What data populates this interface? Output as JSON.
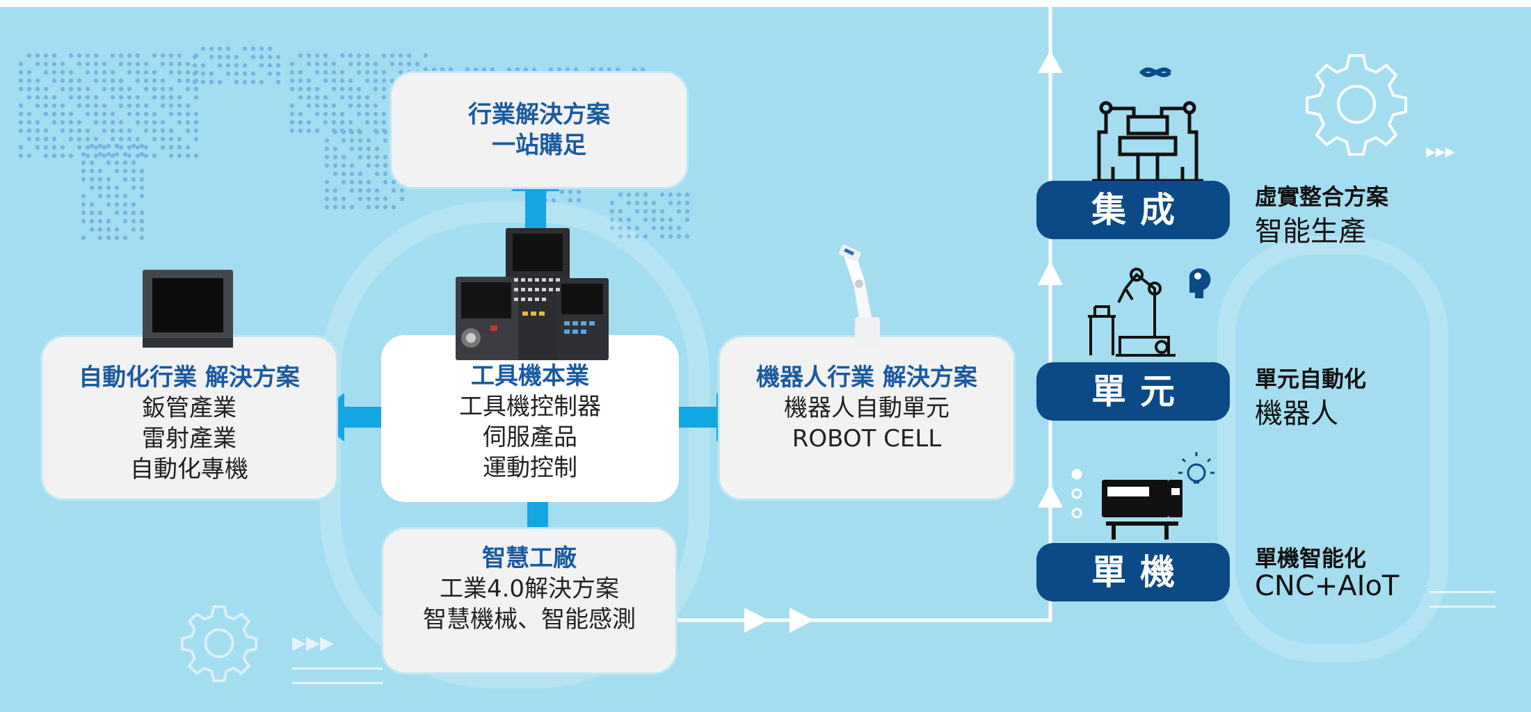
{
  "center": {
    "title": "工具機本業",
    "lines": [
      "工具機控制器",
      "伺服產品",
      "運動控制"
    ]
  },
  "top": {
    "lines": [
      "行業解決方案",
      "一站購足"
    ]
  },
  "left": {
    "title": "自動化行業 解決方案",
    "lines": [
      "鈑管產業",
      "雷射產業",
      "自動化專機"
    ]
  },
  "right": {
    "title": "機器人行業 解決方案",
    "lines": [
      "機器人自動單元",
      "ROBOT CELL"
    ]
  },
  "bottom": {
    "title": "智慧工廠",
    "lines": [
      "工業4.0解決方案",
      "智慧機械、智能感測"
    ]
  },
  "stages": [
    {
      "label": "集成",
      "title": "虛實整合方案",
      "sub": "智能生產",
      "icon": "integration-icon"
    },
    {
      "label": "單元",
      "title": "單元自動化",
      "sub": "機器人",
      "icon": "robot-cell-icon"
    },
    {
      "label": "單機",
      "title": "單機智能化",
      "sub": "CNC+AIoT",
      "icon": "cnc-machine-icon"
    }
  ],
  "colors": {
    "background": "#a5ddf0",
    "arrow": "#15a5e3",
    "stage_label": "#0b4a86",
    "box_title": "#1a5aa0"
  }
}
